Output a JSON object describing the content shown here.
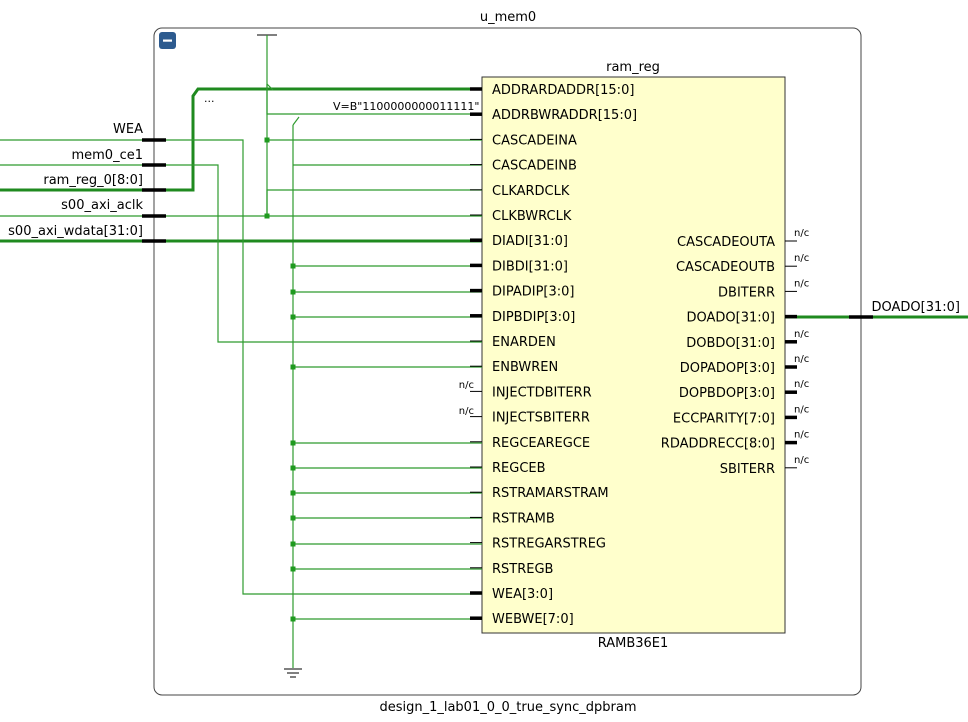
{
  "hier": {
    "name": "u_mem0",
    "module": "design_1_lab01_0_0_true_sync_dpbram",
    "collapse_icon": "minus-icon"
  },
  "cell": {
    "name": "ram_reg",
    "type": "RAMB36E1"
  },
  "left_ports": [
    "WEA",
    "mem0_ce1",
    "ram_reg_0[8:0]",
    "s00_axi_aclk",
    "s00_axi_wdata[31:0]"
  ],
  "right_port": "DOADO[31:0]",
  "cell_inputs": [
    "ADDRARDADDR[15:0]",
    "ADDRBWRADDR[15:0]",
    "CASCADEINA",
    "CASCADEINB",
    "CLKARDCLK",
    "CLKBWRCLK",
    "DIADI[31:0]",
    "DIBDI[31:0]",
    "DIPADIP[3:0]",
    "DIPBDIP[3:0]",
    "ENARDEN",
    "ENBWREN",
    "INJECTDBITERR",
    "INJECTSBITERR",
    "REGCEAREGCE",
    "REGCEB",
    "RSTRAMARSTRAM",
    "RSTRAMB",
    "RSTREGARSTREG",
    "RSTREGB",
    "WEA[3:0]",
    "WEBWE[7:0]"
  ],
  "cell_outputs": [
    "CASCADEOUTA",
    "CASCADEOUTB",
    "DBITERR",
    "DOADO[31:0]",
    "DOBDO[31:0]",
    "DOPADOP[3:0]",
    "DOPBDOP[3:0]",
    "ECCPARITY[7:0]",
    "RDADDRECC[8:0]",
    "SBITERR"
  ],
  "nc_label": "n/c",
  "const_label": "V=B\"1100000000011111\"",
  "ellipsis": "...",
  "colors": {
    "wire": "#2e9b2e",
    "bus": "#1f8a1f",
    "cell_fill": "#ffffcc",
    "icon_blue": "#2d5b8f"
  }
}
